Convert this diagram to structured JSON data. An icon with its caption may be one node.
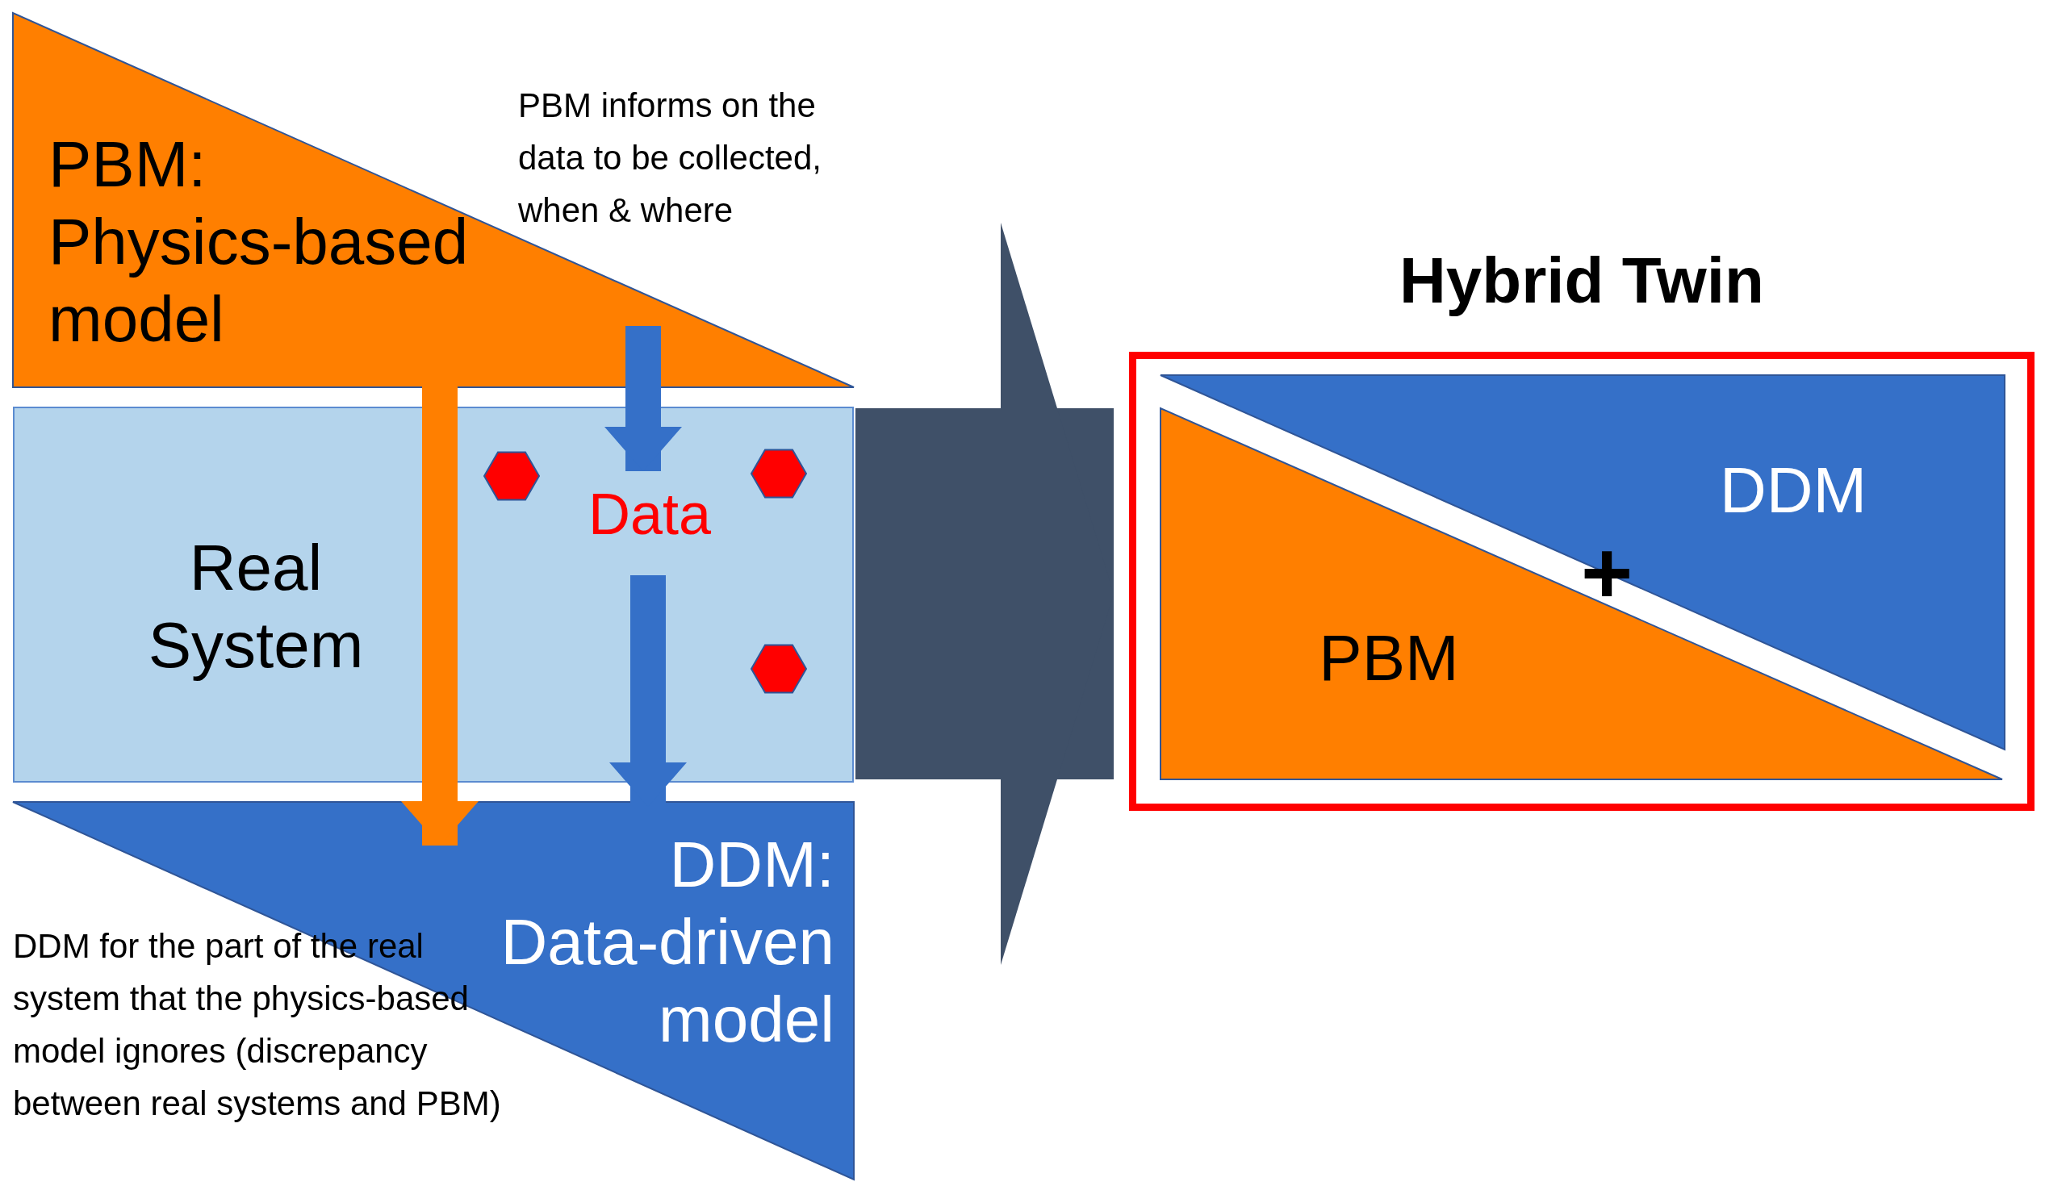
{
  "diagram": {
    "nodes": [
      {
        "text": [
          "PBM: Physics-based model"
        ]
      },
      {
        "text": [
          "Real System"
        ]
      },
      {
        "text": [
          "Data"
        ],
        "in": 1
      },
      {
        "text": [
          "DDM: Data-driven model"
        ]
      },
      {
        "text": [
          "Hybrid Twin"
        ]
      },
      {
        "text": [
          "DDM"
        ],
        "in": 4
      },
      {
        "text": [
          "PBM"
        ],
        "in": 4
      }
    ],
    "edges": [
      {
        "from": 0,
        "to": 3,
        "arrow": "to",
        "color": "#ff7f00"
      },
      {
        "from": 0,
        "to": 2,
        "arrow": "to",
        "label": "PBM informs on the data to be collected, when & where",
        "color": "#3570c8"
      },
      {
        "from": 2,
        "to": 3,
        "arrow": "to",
        "color": "#3570c8"
      },
      {
        "from": 1,
        "to": 4,
        "arrow": "to",
        "style": "thick",
        "color": "#3f5068"
      }
    ],
    "labels": [
      "DDM for the part of the real system that the physics-based model ignores (discrepancy between real systems and PBM)",
      "+"
    ]
  }
}
